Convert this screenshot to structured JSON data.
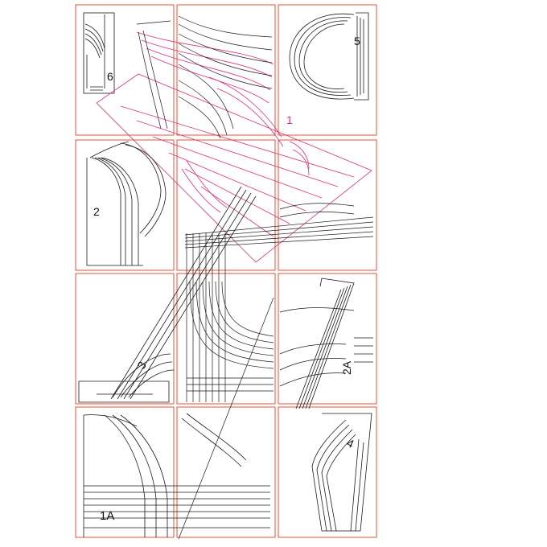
{
  "document": {
    "type": "sewing-pattern-sheet",
    "tile_grid": {
      "columns": 3,
      "rows": 4
    },
    "colors": {
      "tile_border": "#e8503a",
      "pattern_line": "#1a1a1a",
      "highlight_line": "#e0317a",
      "background": "#ffffff"
    }
  },
  "pieces": {
    "p6": {
      "label": "6"
    },
    "p5": {
      "label": "5"
    },
    "p1": {
      "label": "1"
    },
    "p2": {
      "label": "2"
    },
    "p3": {
      "label": "3"
    },
    "p2a": {
      "label": "2A"
    },
    "p1a": {
      "label": "1A"
    },
    "p4": {
      "label": "4"
    }
  }
}
